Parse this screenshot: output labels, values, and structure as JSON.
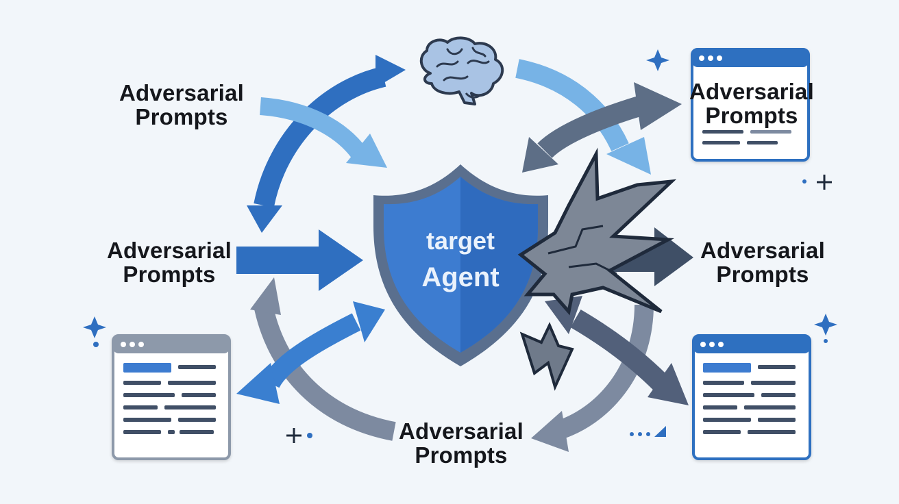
{
  "labels": {
    "top_left": {
      "line1": "Adversarial",
      "line2": "Prompts"
    },
    "mid_left": {
      "line1": "Adversarial",
      "line2": "Prompts"
    },
    "bottom": {
      "line1": "Adversarial",
      "line2": "Prompts"
    },
    "mid_right": {
      "line1": "Adversarial",
      "line2": "Prompts"
    },
    "window_top_right": {
      "line1": "Adversarial",
      "line2": "Prompts"
    }
  },
  "shield": {
    "line1": "target",
    "line2": "Agent"
  },
  "icons": [
    "brain-icon",
    "shield-icon",
    "shatter-burst-icon",
    "browser-window-icon",
    "sparkle-icon",
    "plus-icon"
  ],
  "colors": {
    "background": "#f2f6fa",
    "blue": "#2f6fc0",
    "light_blue": "#77b3e6",
    "slate": "#5d6e86",
    "dark_slate": "#3f4f66",
    "shield_blue": "#3d7cd0",
    "shield_border": "#5a6f8e",
    "burst": "#7d8796",
    "text": "#15171c"
  }
}
